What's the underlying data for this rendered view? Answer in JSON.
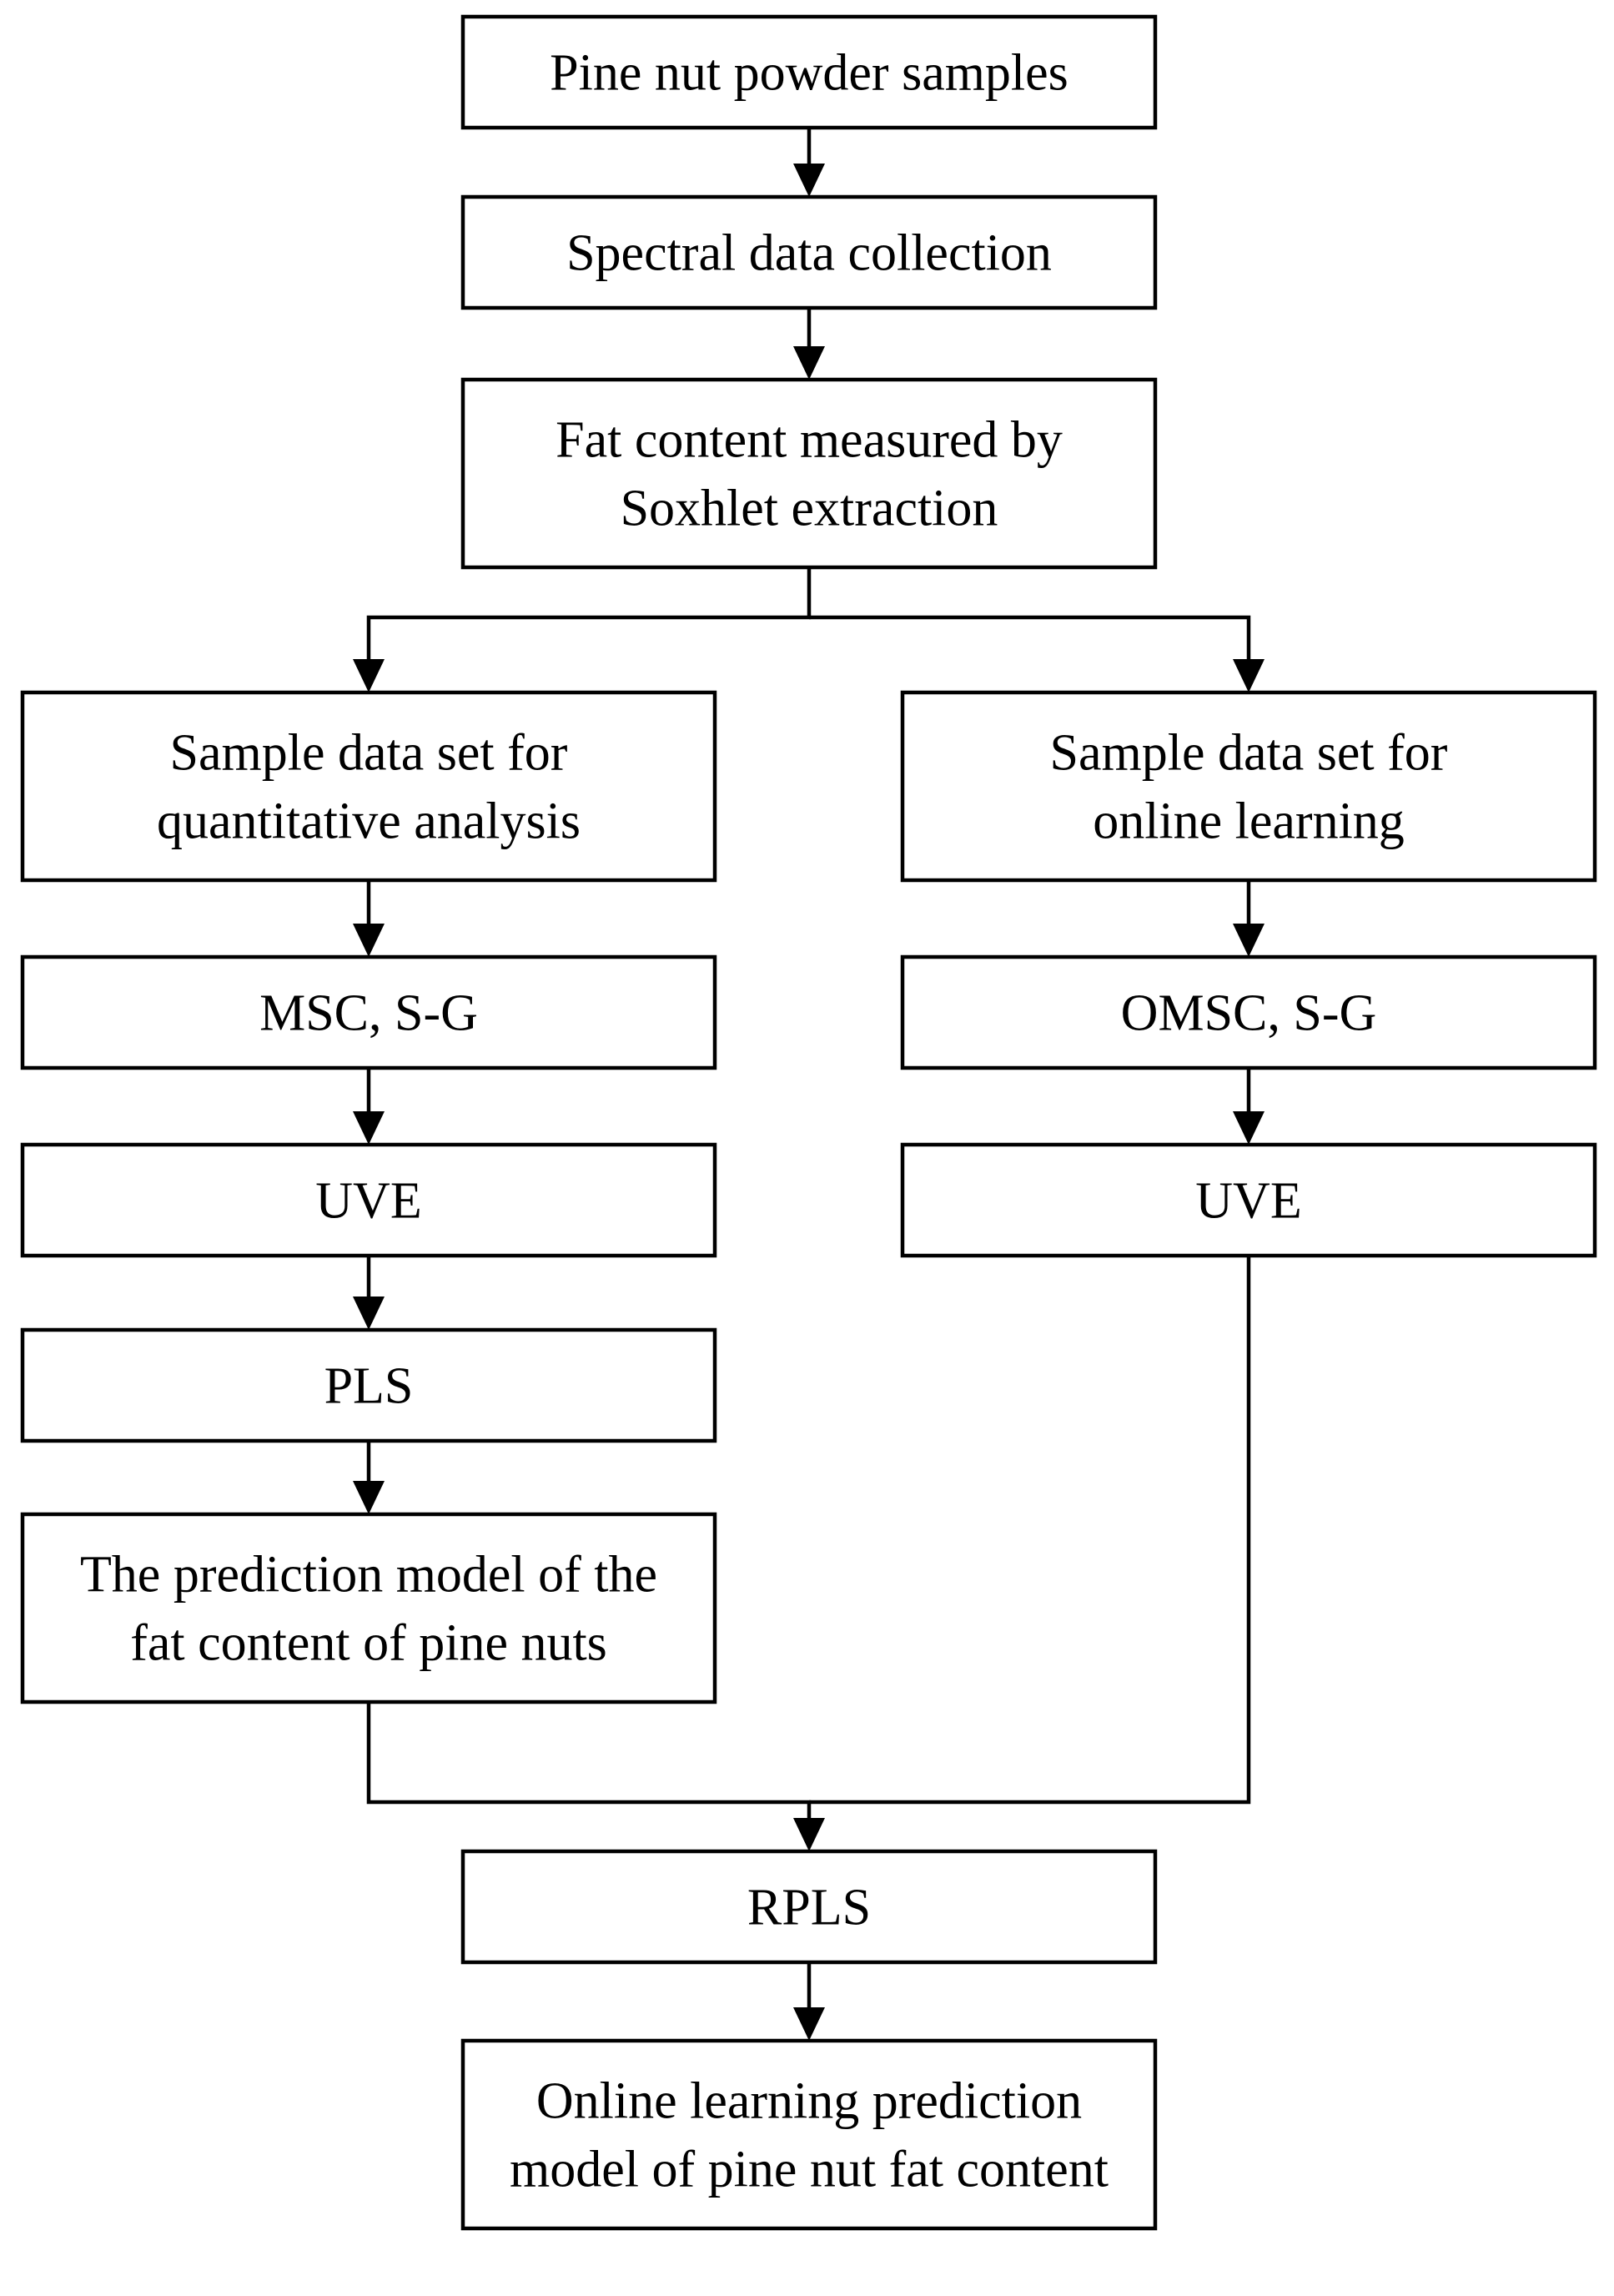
{
  "nodes": {
    "samples": {
      "lines": [
        "Pine nut powder samples"
      ]
    },
    "spectral": {
      "lines": [
        "Spectral data collection"
      ]
    },
    "fat_measure": {
      "lines": [
        "Fat content measured by",
        "Soxhlet extraction"
      ]
    },
    "quant_set": {
      "lines": [
        "Sample data set for",
        "quantitative analysis"
      ]
    },
    "online_set": {
      "lines": [
        "Sample data set for",
        "online learning"
      ]
    },
    "msc_sg": {
      "lines": [
        "MSC, S-G"
      ]
    },
    "omsc_sg": {
      "lines": [
        "OMSC, S-G"
      ]
    },
    "uve_left": {
      "lines": [
        "UVE"
      ]
    },
    "uve_right": {
      "lines": [
        "UVE"
      ]
    },
    "pls": {
      "lines": [
        "PLS"
      ]
    },
    "prediction_model": {
      "lines": [
        "The prediction model of the",
        "fat content of pine nuts"
      ]
    },
    "rpls": {
      "lines": [
        "RPLS"
      ]
    },
    "online_model": {
      "lines": [
        "Online learning prediction",
        "model of pine nut fat content"
      ]
    }
  },
  "edges": [
    {
      "from": "samples",
      "to": "spectral"
    },
    {
      "from": "spectral",
      "to": "fat_measure"
    },
    {
      "from": "fat_measure",
      "to": "quant_set"
    },
    {
      "from": "fat_measure",
      "to": "online_set"
    },
    {
      "from": "quant_set",
      "to": "msc_sg"
    },
    {
      "from": "msc_sg",
      "to": "uve_left"
    },
    {
      "from": "uve_left",
      "to": "pls"
    },
    {
      "from": "pls",
      "to": "prediction_model"
    },
    {
      "from": "online_set",
      "to": "omsc_sg"
    },
    {
      "from": "omsc_sg",
      "to": "uve_right"
    },
    {
      "from": "prediction_model",
      "to": "rpls"
    },
    {
      "from": "uve_right",
      "to": "rpls"
    },
    {
      "from": "rpls",
      "to": "online_model"
    }
  ]
}
